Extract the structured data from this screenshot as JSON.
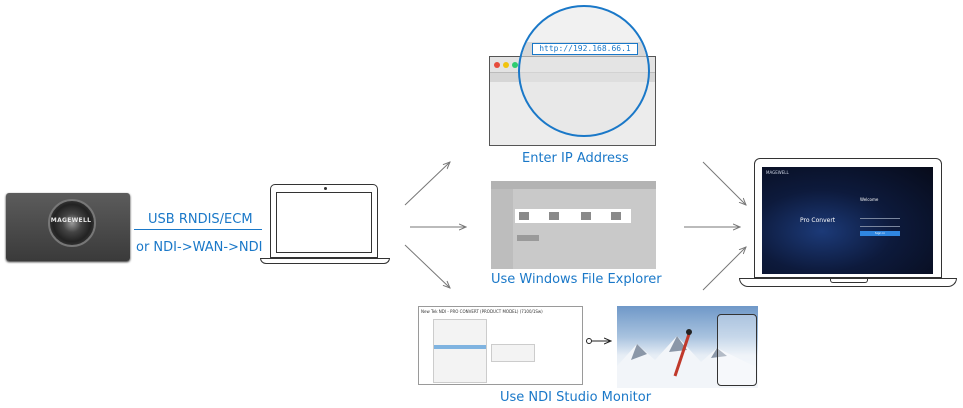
{
  "device": {
    "brand": "MAGEWELL"
  },
  "connection": {
    "usb_label": "USB RNDIS/ECM",
    "alt_label": "or NDI->WAN->NDI"
  },
  "methods": [
    {
      "label": "Enter IP Address",
      "url": "http://192.168.66.1"
    },
    {
      "label": "Use Windows File Explorer"
    },
    {
      "label": "Use NDI Studio Monitor"
    }
  ],
  "ndi_window": {
    "title": "New Tek NDI - PRO CONVERT (PRODUCT MODEL) (7100/1Sw)"
  },
  "result_screen": {
    "brand": "MAGEWELL",
    "product": "Pro Convert",
    "welcome": "Welcome",
    "signin_button": "Sign in"
  },
  "colors": {
    "accent": "#1a78c8",
    "arrow": "#777777"
  }
}
